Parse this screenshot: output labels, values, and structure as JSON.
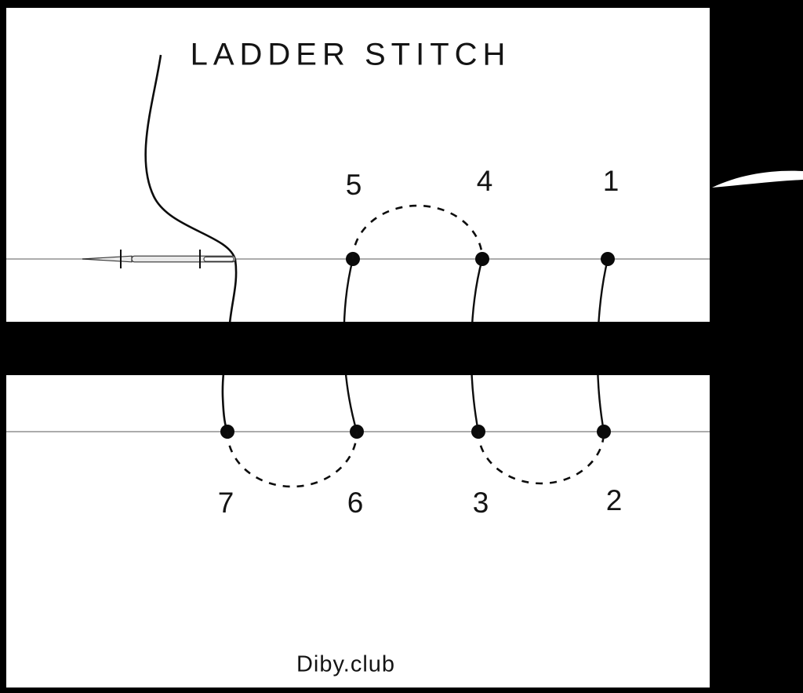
{
  "title": "LADDER STITCH",
  "branding": "Diby.club",
  "diagram": {
    "top_stitch_labels": [
      "5",
      "4",
      "1"
    ],
    "bottom_stitch_labels": [
      "7",
      "6",
      "3",
      "2"
    ]
  },
  "icons": {
    "needle": "needle-icon",
    "needle_blade_right": "needle-blade-icon",
    "thread": "thread-curve"
  },
  "colors": {
    "background": "#000000",
    "panel": "#ffffff",
    "seam_line": "#a0a0a0",
    "thread": "#0d0d0d",
    "dot": "#0a0a0a",
    "needle_fill": "#e9e9e9",
    "needle_outline": "#333333"
  }
}
